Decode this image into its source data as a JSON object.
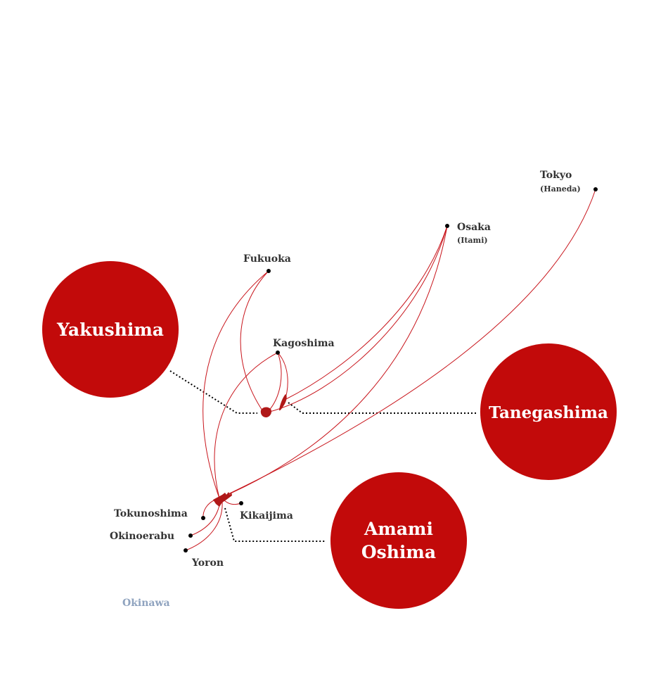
{
  "colors": {
    "accent": "#c20a0a",
    "route": "#c8141b",
    "okinawa": "#8fa3bf",
    "text": "#333333"
  },
  "airports": {
    "tokyo": {
      "name": "Tokyo",
      "sub": "(Haneda)"
    },
    "osaka": {
      "name": "Osaka",
      "sub": "(Itami)"
    },
    "fukuoka": {
      "name": "Fukuoka"
    },
    "kagoshima": {
      "name": "Kagoshima"
    },
    "tokunoshima": {
      "name": "Tokunoshima"
    },
    "okinoerabu": {
      "name": "Okinoerabu"
    },
    "yoron": {
      "name": "Yoron"
    },
    "kikaijima": {
      "name": "Kikaijima"
    },
    "okinawa": {
      "name": "Okinawa"
    }
  },
  "islands": {
    "yakushima": {
      "name": "Yakushima"
    },
    "tanegashima": {
      "name": "Tanegashima"
    },
    "amami": {
      "line1": "Amami",
      "line2": "Oshima"
    }
  }
}
